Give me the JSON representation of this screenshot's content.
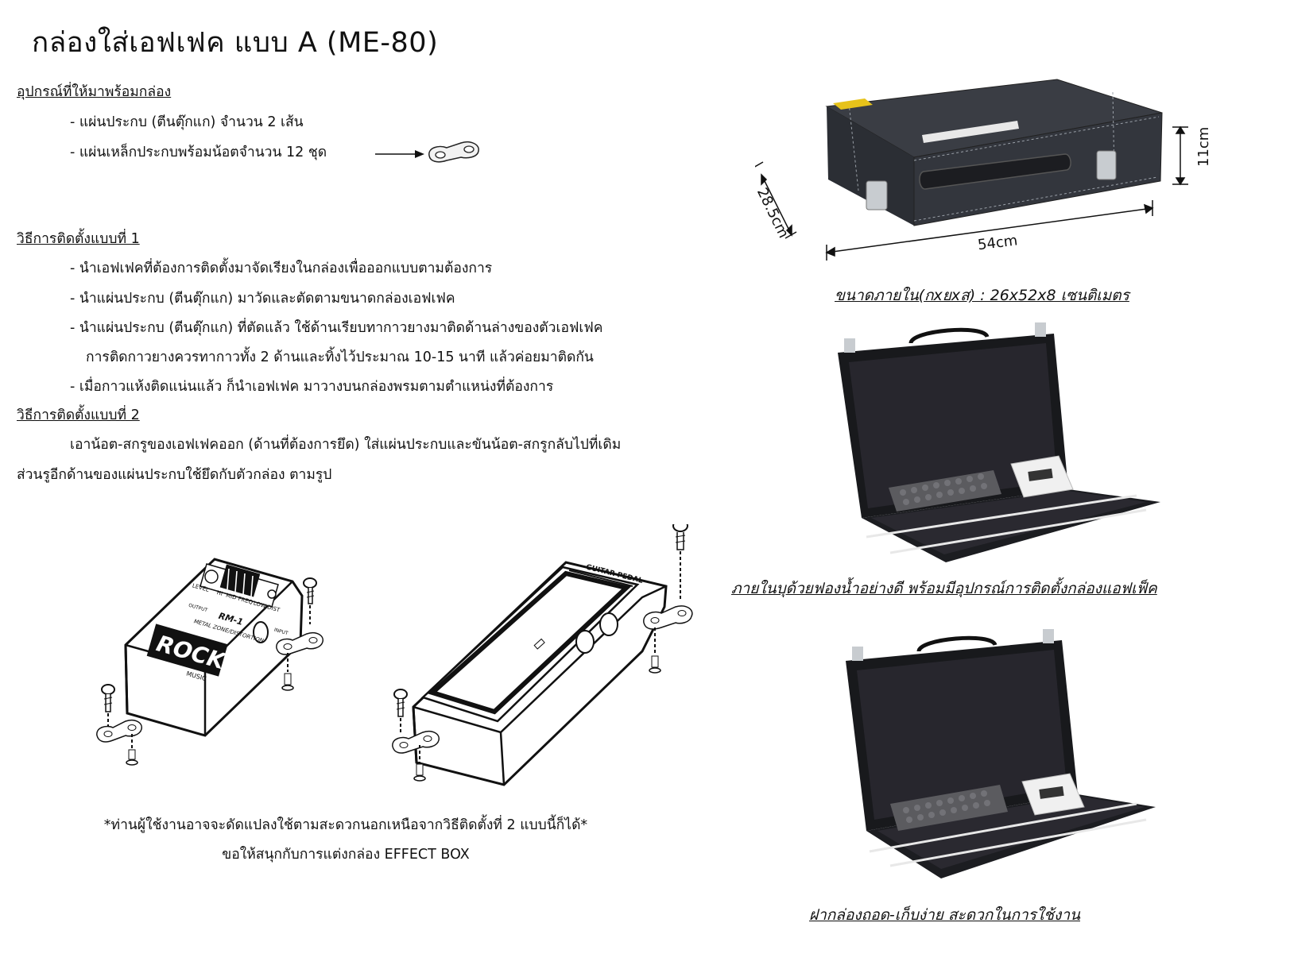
{
  "title": "กล่องใส่เอฟเฟค แบบ A (ME-80)",
  "accessories": {
    "heading": "อุปกรณ์ที่ให้มาพร้อมกล่อง",
    "items": [
      "- แผ่นประกบ (ตีนตุ๊กแก) จำนวน 2 เส้น",
      "- แผ่นเหล็กประกบพร้อมน้อตจำนวน 12 ชุด"
    ]
  },
  "method1": {
    "heading": "วิธีการติดตั้งแบบที่ 1",
    "lines": [
      "- นำเอฟเฟคที่ต้องการติดตั้งมาจัดเรียงในกล่องเพื่อออกแบบตามต้องการ",
      "- นำแผ่นประกบ (ตีนตุ๊กแก) มาวัดและตัดตามขนาดกล่องเอฟเฟค",
      "- นำแผ่นประกบ (ตีนตุ๊กแก) ที่ตัดแล้ว ใช้ด้านเรียบทากาวยางมาติดด้านล่างของตัวเอฟเฟค",
      "การติดกาวยางควรทากาวทั้ง 2 ด้านและทิ้งไว้ประมาณ 10-15 นาที แล้วค่อยมาติดกัน",
      "- เมื่อกาวแห้งติดแน่นแล้ว ก็นำเอฟเฟค มาวางบนกล่องพรมตามตำแหน่งที่ต้องการ"
    ]
  },
  "method2": {
    "heading": "วิธีการติดตั้งแบบที่ 2",
    "lines": [
      "เอาน้อต-สกรูของเอฟเฟคออก (ด้านที่ต้องการยึด) ใส่แผ่นประกบและขันน้อต-สกรูกลับไปที่เดิม",
      "ส่วนรูอีกด้านของแผ่นประกบใช้ยึดกับตัวกล่อง ตามรูป"
    ]
  },
  "pedal": {
    "level": "LEVEL",
    "hi": "HI",
    "mid": "MID",
    "low": "LOW",
    "dist": "DIST",
    "freq": "FREQ",
    "output": "OUTPUT",
    "input": "INPUT",
    "model": "RM-1",
    "name": "METAL ZONE/DISTORTION",
    "brand": "ROCK",
    "brand_sub": "MUSIC",
    "wah_label": "GUITAR PEDAL"
  },
  "note": {
    "line1": "*ท่านผู้ใช้งานอาจจะดัดแปลงใช้ตามสะดวกนอกเหนือจากวิธีติดตั้งที่ 2 แบบนี้ก็ได้*",
    "line2": "ขอให้สนุกกับการแต่งกล่อง EFFECT BOX"
  },
  "dimensions": {
    "depth": "28.5cm",
    "width": "54cm",
    "height": "11cm"
  },
  "captions": {
    "inner_size": "ขนาดภายใน(กxยxส) : 26x52x8 เซนติเมตร",
    "foam": "ภายในบุด้วยฟองน้ำอย่างดี พร้อมมีอุปกรณ์การติดตั้งกล่องแอฟเฟ็ค",
    "lid": "ฝากล่องถอด-เก็บง่าย สะดวกในการใช้งาน"
  }
}
